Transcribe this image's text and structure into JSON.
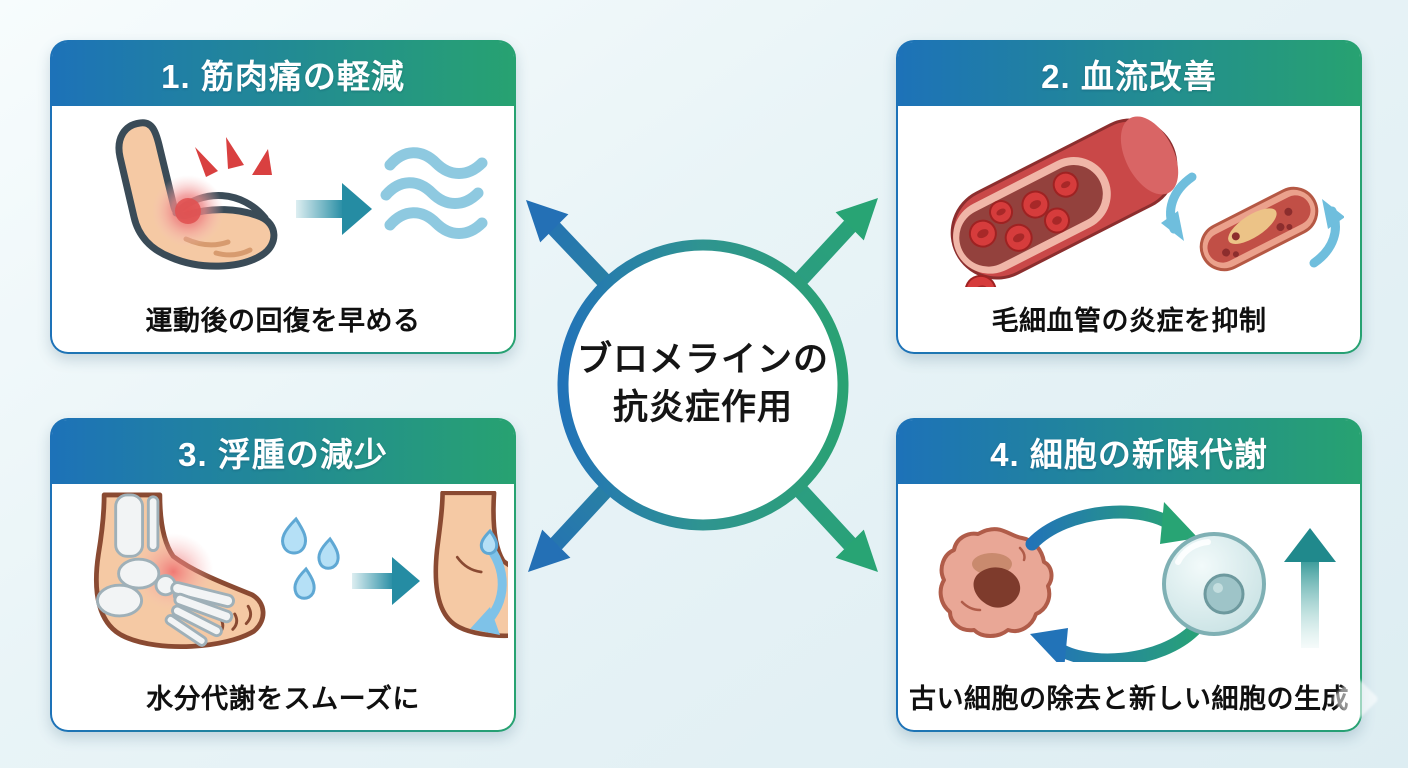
{
  "title": "ブロメラインの抗炎症作用",
  "center": {
    "line1": "ブロメラインの",
    "line2": "抗炎症作用",
    "shape": "circle-with-four-diagonal-arrows"
  },
  "cards": [
    {
      "title": "1. 筋肉痛の軽減",
      "caption": "運動後の回復を早める",
      "icon": "muscle-arm-pain-to-relief-illustration"
    },
    {
      "title": "2. 血流改善",
      "caption": "毛細血管の炎症を抑制",
      "icon": "blood-vessel-capillary-illustration"
    },
    {
      "title": "3. 浮腫の減少",
      "caption": "水分代謝をスムーズに",
      "icon": "swollen-ankle-to-healthy-foot-illustration"
    },
    {
      "title": "4. 細胞の新陳代謝",
      "caption": "古い細胞の除去と新しい細胞の生成",
      "icon": "old-cell-new-cell-turnover-illustration"
    }
  ],
  "colors": {
    "header_gradient_left": "#1d72b8",
    "header_gradient_right": "#27a271",
    "arrow_blue": "#2470b5",
    "arrow_green": "#28a474",
    "arrow_teal_mid": "#2f9490",
    "background": "#e6f2f6",
    "card_background": "#ffffff",
    "caption_text": "#101010",
    "header_text": "#ffffff",
    "pain_red": "#e05252",
    "water_blue": "#8ec9e0",
    "skin_tone": "#f5c9a4"
  }
}
